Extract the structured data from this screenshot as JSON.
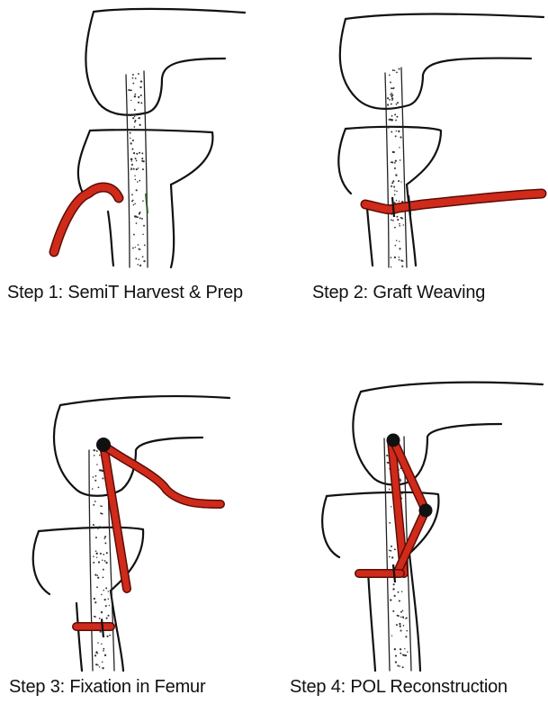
{
  "figure": {
    "panels": [
      {
        "id": "step-1",
        "caption": "Step 1: SemiT Harvest & Prep"
      },
      {
        "id": "step-2",
        "caption": "Step 2: Graft Weaving"
      },
      {
        "id": "step-3",
        "caption": "Step 3: Fixation in Femur"
      },
      {
        "id": "step-4",
        "caption": "Step 4: POL Reconstruction"
      }
    ]
  },
  "colors": {
    "graft": "#cf2a1a",
    "outline": "#111111",
    "background": "#ffffff"
  }
}
